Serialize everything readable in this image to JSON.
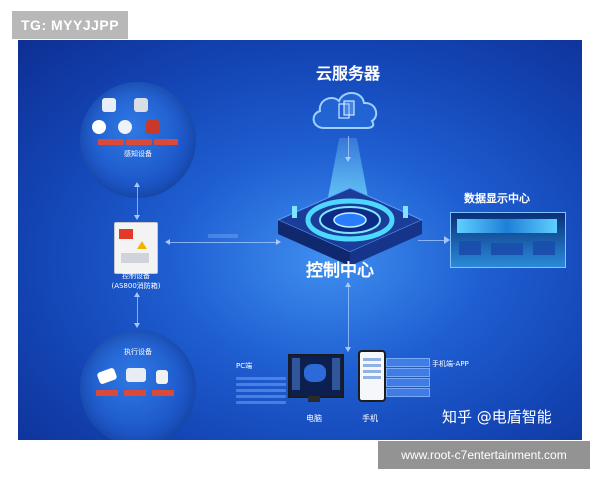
{
  "watermark_top": "TG: MYYJJPP",
  "watermark_bottom": "www.root-c7entertainment.com",
  "nodes": {
    "cloud": "云服务器",
    "control": "控制中心",
    "display": "数据显示中心",
    "sensing": "感知设备",
    "device_line1": "控制设备",
    "device_line2": "(AS800消防箱)",
    "execution": "执行设备",
    "pc_side": "PC端",
    "mobile_app": "手机端-APP",
    "computer": "电脑",
    "phone": "手机"
  },
  "brand": "知乎 @电盾智能",
  "colors": {
    "panel": "#1f5fd2",
    "accent": "#4fd8ff",
    "alarm": "#d94a3a"
  }
}
